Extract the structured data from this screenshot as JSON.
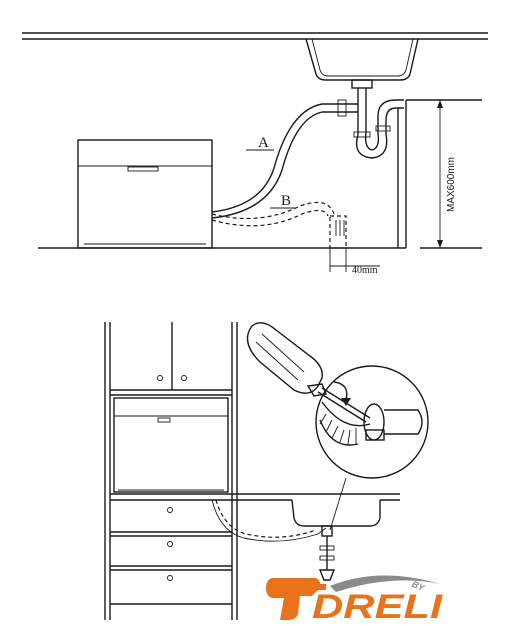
{
  "top_diagram": {
    "hose_a_label": "A",
    "hose_b_label": "B",
    "height_label": "MAX600mm",
    "offset_label": "40mm"
  },
  "logo": {
    "text": "DRELI",
    "by_text": "BY",
    "colors": {
      "orange": "#e8731c",
      "gray": "#8a8a8a"
    }
  }
}
